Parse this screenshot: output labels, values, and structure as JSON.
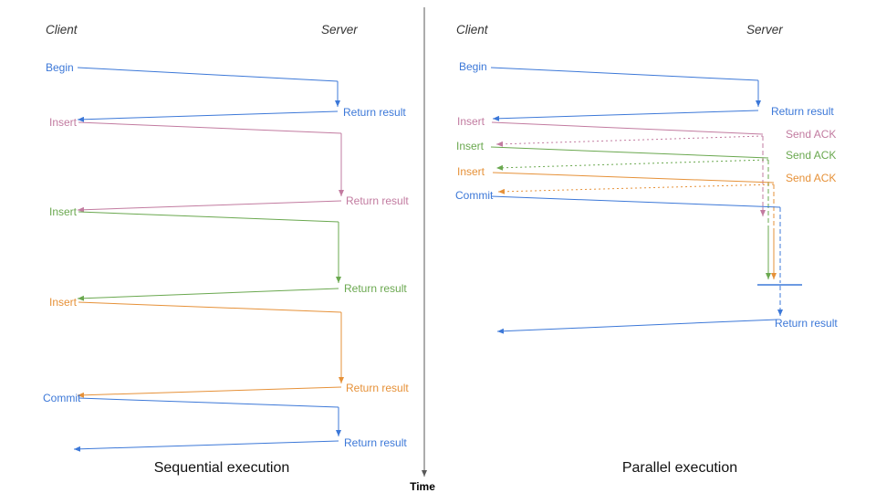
{
  "colors": {
    "blue": "#3c78d8",
    "pink": "#c27ba0",
    "green": "#6aa84f",
    "orange": "#e69138",
    "axis": "#595959"
  },
  "axis": {
    "label": "Time"
  },
  "sequential": {
    "title": "Sequential execution",
    "client_header": "Client",
    "server_header": "Server",
    "messages": [
      {
        "label": "Begin",
        "color": "blue",
        "reply": "Return result"
      },
      {
        "label": "Insert",
        "color": "pink",
        "reply": "Return result"
      },
      {
        "label": "Insert",
        "color": "green",
        "reply": "Return result"
      },
      {
        "label": "Insert",
        "color": "orange",
        "reply": "Return result"
      },
      {
        "label": "Commit",
        "color": "blue",
        "reply": "Return result"
      }
    ]
  },
  "parallel": {
    "title": "Parallel execution",
    "client_header": "Client",
    "server_header": "Server",
    "messages": [
      {
        "label": "Begin",
        "color": "blue",
        "reply": "Return result"
      },
      {
        "label": "Insert",
        "color": "pink",
        "reply": "Send ACK"
      },
      {
        "label": "Insert",
        "color": "green",
        "reply": "Send ACK"
      },
      {
        "label": "Insert",
        "color": "orange",
        "reply": "Send ACK"
      },
      {
        "label": "Commit",
        "color": "blue",
        "reply": "Return result"
      }
    ]
  }
}
